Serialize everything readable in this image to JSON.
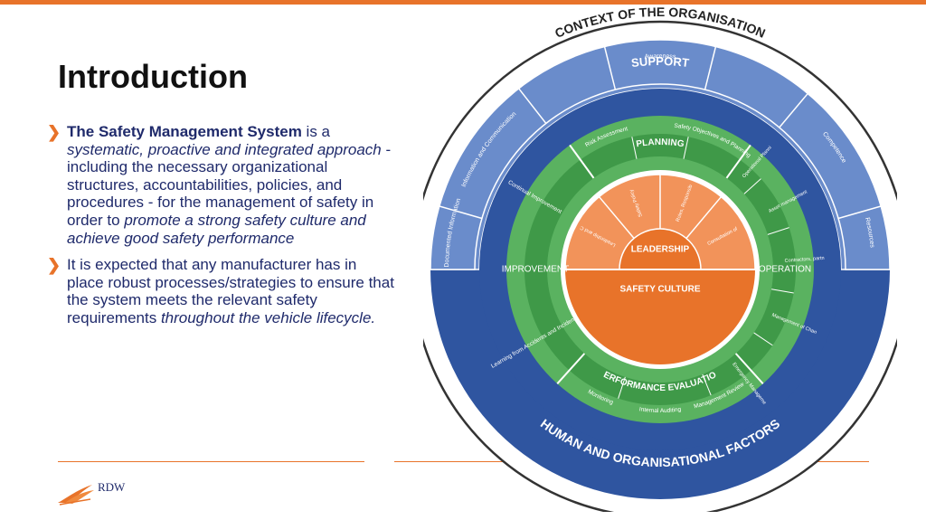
{
  "slide": {
    "title": "Introduction",
    "bullet1": {
      "b1": "The Safety Management System",
      "t1": " is a ",
      "i1": "systematic, proactive and integrated approach",
      "t2": " - including the necessary organizational structures, accountabilities, policies, and procedures - for the management of safety in order to ",
      "i2": "promote a strong safety culture and achieve good safety performance"
    },
    "bullet2": {
      "t1": "It is expected that any manufacturer has in place robust processes/strategies to ensure that the system meets the relevant safety requirements ",
      "i1": "throughout the vehicle lifecycle."
    },
    "logo_text": "RDW",
    "bullet_glyph": "❯"
  },
  "diagram": {
    "colors": {
      "outer_ring": "#2f55a0",
      "support_ring": "#6a8ccb",
      "green_ring": "#5ab260",
      "green_dark": "#3f9948",
      "orange": "#e8732a",
      "orange_light": "#f2935a",
      "accent": "#e8732a"
    },
    "context_label": "CONTEXT OF THE ORGANISATION",
    "support_label": "SUPPORT",
    "human_label": "HUMAN AND ORGANISATIONAL FACTORS",
    "support_items": [
      "Awareness",
      "Competence",
      "Resources",
      "Documented Information",
      "Information and Communication"
    ],
    "planning_label": "PLANNING",
    "planning_items": [
      "Risk Assessment",
      "Safety Objectives and Planning"
    ],
    "operation_label": "OPERATION",
    "operation_items": [
      "Operational Planning and Control",
      "Asset management",
      "Contractors, partners, suppliers",
      "Management of Change",
      "Emergency Management"
    ],
    "performance_label": "PERFORMANCE EVALUATION",
    "performance_items": [
      "Monitoring",
      "Internal Auditing",
      "Management Review"
    ],
    "improvement_label": "IMPROVEMENT",
    "improvement_items": [
      "Continual Improvement",
      "Learning from Accidents and Incidents"
    ],
    "leadership_label": "LEADERSHIP",
    "leadership_items": [
      "Leadership and Commitment",
      "Safety Policy",
      "Roles, Responsibilities and Accountabilities",
      "Consultation of Staff and other Parties"
    ],
    "safety_culture_label": "SAFETY CULTURE"
  }
}
